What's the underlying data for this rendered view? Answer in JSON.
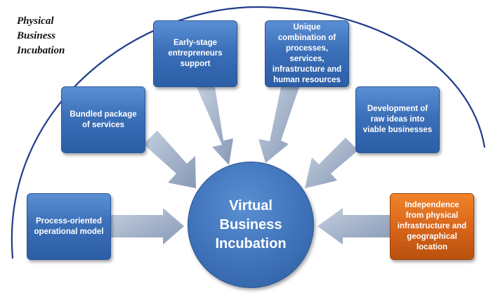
{
  "title": "Physical\nBusiness\nIncubation",
  "center": {
    "label": "Virtual Business Incubation"
  },
  "boxes": [
    {
      "id": "process-oriented",
      "label": "Process-oriented operational model"
    },
    {
      "id": "bundled-package",
      "label": "Bundled package of services"
    },
    {
      "id": "early-stage",
      "label": "Early-stage entrepreneurs support"
    },
    {
      "id": "unique-combination",
      "label": "Unique combination of processes, services, infrastructure and human resources"
    },
    {
      "id": "development",
      "label": "Development of raw ideas into viable businesses"
    },
    {
      "id": "independence",
      "label": "Independence from physical infrastructure and geographical location"
    }
  ],
  "colors": {
    "box_blue": "#3b6fb8",
    "box_orange": "#d9661a",
    "arrow": "#9eadc4",
    "arc": "#1f3d8a"
  }
}
